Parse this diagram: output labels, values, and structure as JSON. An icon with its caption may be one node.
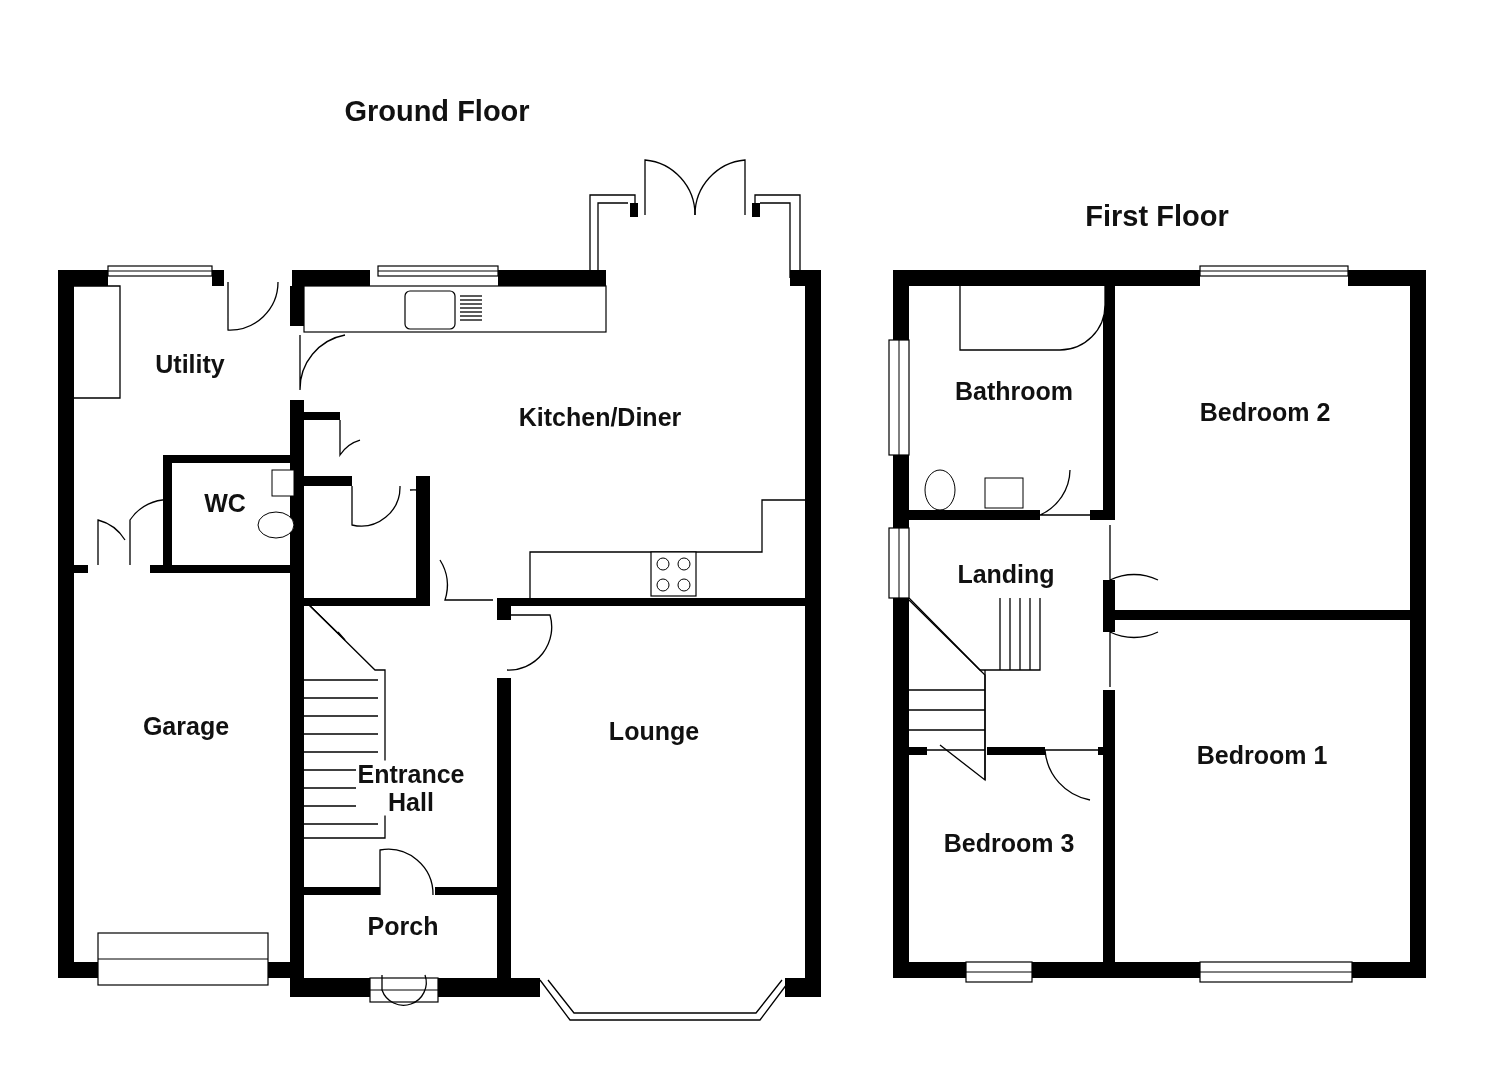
{
  "diagram": {
    "nodes": [
      {
        "text": [
          "Utility"
        ]
      },
      {
        "text": [
          "Kitchen/Diner"
        ]
      },
      {
        "text": [
          "WC"
        ]
      },
      {
        "text": [
          "Garage"
        ]
      },
      {
        "text": [
          "Lounge"
        ]
      },
      {
        "text": [
          "Entrance Hall"
        ]
      },
      {
        "text": [
          "Porch"
        ]
      },
      {
        "text": [
          "Bathroom"
        ]
      },
      {
        "text": [
          "Bedroom 2"
        ]
      },
      {
        "text": [
          "Landing"
        ]
      },
      {
        "text": [
          "Bedroom 1"
        ]
      },
      {
        "text": [
          "Bedroom 3"
        ]
      }
    ],
    "labels": [
      "Ground Floor",
      "First Floor"
    ]
  }
}
